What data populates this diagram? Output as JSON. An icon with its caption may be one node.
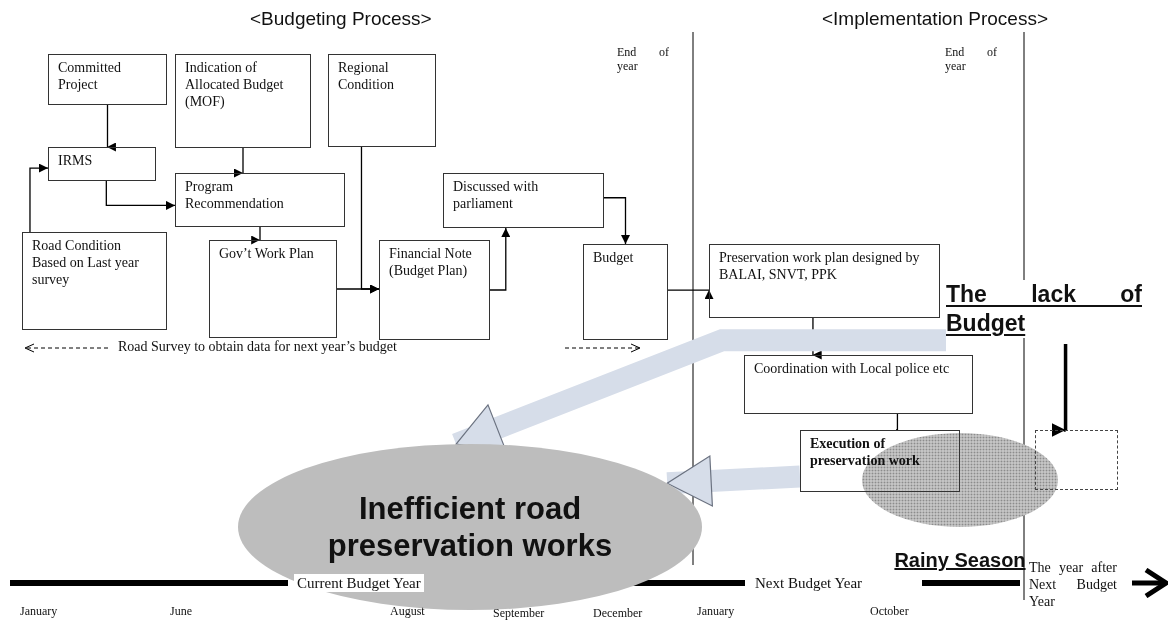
{
  "diagram": {
    "nodes": [
      {
        "text": [
          "Committed Project"
        ]
      },
      {
        "text": [
          "Indication of Allocated Budget (MOF)"
        ]
      },
      {
        "text": [
          "Regional Condition"
        ]
      },
      {
        "text": [
          "IRMS"
        ]
      },
      {
        "text": [
          "Program Recommendation"
        ]
      },
      {
        "text": [
          "Road Condition Based on Last year survey"
        ]
      },
      {
        "text": [
          "Gov’t Work Plan"
        ]
      },
      {
        "text": [
          "Discussed with parliament"
        ]
      },
      {
        "text": [
          "Financial Note (Budget Plan)"
        ]
      },
      {
        "text": [
          "Budget"
        ]
      },
      {
        "text": [
          "Preservation work plan designed by BALAI, SNVT, PPK"
        ]
      },
      {
        "text": [
          "The lack of Budget"
        ]
      },
      {
        "text": [
          "Coordination with Local police etc"
        ]
      },
      {
        "text": [
          "Inefficient road preservation works"
        ]
      },
      {
        "text": [
          "Execution of preservation work"
        ]
      },
      {
        "text": [],
        "shape": "box"
      },
      {
        "text": [
          "Rainy Season"
        ]
      }
    ],
    "edges": [
      {
        "from": 0,
        "to": 3,
        "arrow": "to"
      },
      {
        "from": 5,
        "to": 3,
        "arrow": "to"
      },
      {
        "from": 3,
        "to": 4,
        "arrow": "to"
      },
      {
        "from": 1,
        "to": 4,
        "arrow": "to"
      },
      {
        "from": 4,
        "to": 6,
        "arrow": "to"
      },
      {
        "from": 6,
        "to": 8,
        "arrow": "to"
      },
      {
        "from": 2,
        "to": 8,
        "arrow": "to"
      },
      {
        "from": 8,
        "to": 7,
        "arrow": "to"
      },
      {
        "from": 7,
        "to": 9,
        "arrow": "to"
      },
      {
        "from": 9,
        "to": 10,
        "arrow": "to"
      },
      {
        "from": 10,
        "to": 12,
        "arrow": "to"
      },
      {
        "from": 12,
        "to": 14,
        "arrow": "none"
      },
      {
        "from": 11,
        "to": 15,
        "arrow": "to",
        "style": "thick"
      },
      {
        "from": 11,
        "to": 13,
        "arrow": "to",
        "style": "thick",
        "color": "#d6dde9"
      },
      {
        "from": 14,
        "to": 13,
        "arrow": "to",
        "style": "thick",
        "color": "#d6dde9"
      }
    ],
    "labels": [
      "<Budgeting Process>",
      "<Implementation Process>",
      "End of year",
      "End of year",
      "Road Survey to obtain data for next year’s budget",
      "Current Budget Year",
      "Next Budget Year",
      "The year after Next Budget Year",
      "January",
      "June",
      "August",
      "September",
      "December",
      "January",
      "October"
    ]
  }
}
